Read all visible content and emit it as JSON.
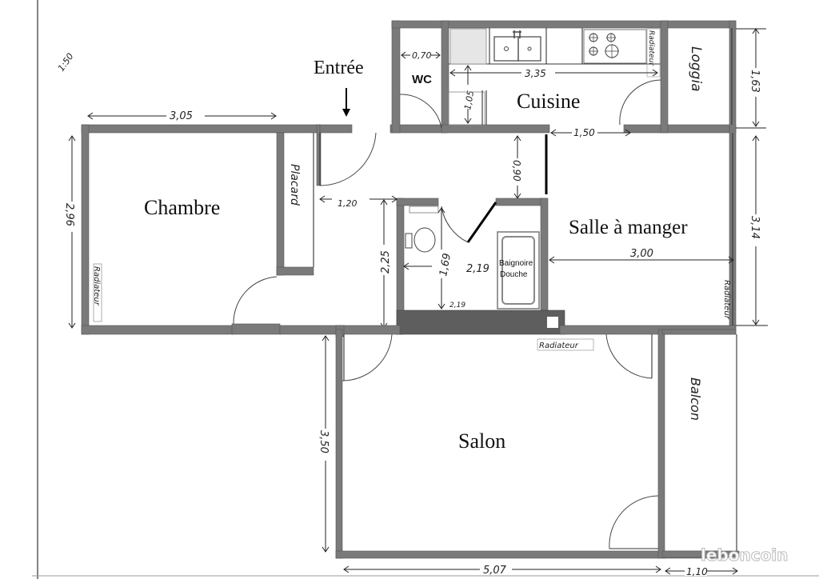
{
  "plan": {
    "scale": "1:50",
    "entrance_label": "Entrée",
    "rooms": {
      "wc": "WC",
      "cuisine": "Cuisine",
      "loggia": "Loggia",
      "chambre": "Chambre",
      "placard": "Placard",
      "salle_a_manger": "Salle à manger",
      "salon": "Salon",
      "balcon": "Balcon",
      "bathtub": "Baignoire",
      "shower": "Douche"
    },
    "radiators": {
      "chambre": "Radiateur",
      "cuisine": "Radiateur",
      "salle_a_manger": "Radiateur",
      "salon": "Radiateur"
    },
    "dimensions": {
      "chambre_width": "3,05",
      "chambre_height": "2,96",
      "wc_width": "0,70",
      "cuisine_width": "3,35",
      "cuisine_depth": "1,05",
      "loggia_height": "1,63",
      "corridor_width": "1,20",
      "passage_depth": "0,90",
      "passage_width": "1,50",
      "bathroom_height": "2,25",
      "bathroom_inner_height": "1,69",
      "bathroom_width": "2,19",
      "bathroom_width_small": "2,19",
      "salle_a_manger_width": "3,00",
      "salle_a_manger_height": "3,14",
      "salon_height": "3,50",
      "salon_width": "5,07",
      "balcon_width": "1,10"
    },
    "watermark": "leboncoin"
  }
}
